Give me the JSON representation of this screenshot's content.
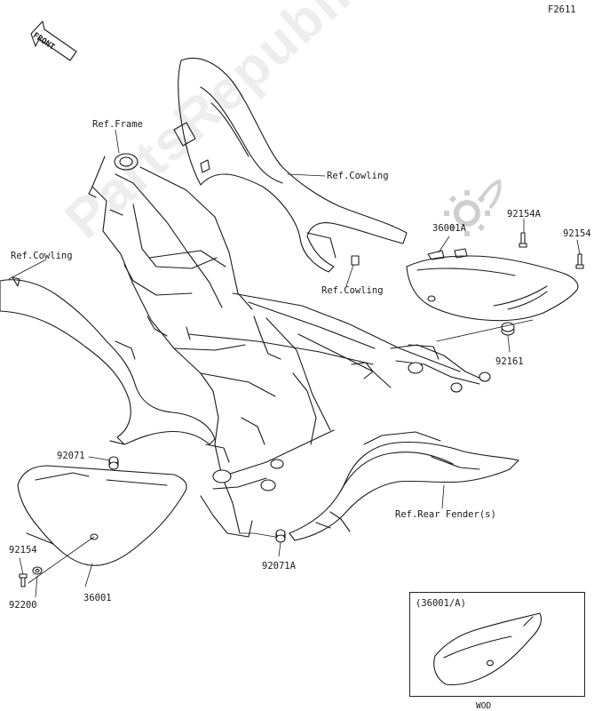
{
  "figure_code": "F2611",
  "front_arrow_text": "FRONT",
  "watermark": "PartsRepublik",
  "labels": {
    "ref_frame": "Ref.Frame",
    "ref_cowling_top": "Ref.Cowling",
    "ref_cowling_left": "Ref.Cowling",
    "ref_cowling_mid": "Ref.Cowling",
    "ref_rear_fender": "Ref.Rear Fender(s)",
    "p36001a": "36001A",
    "p92154a": "92154A",
    "p92154_right": "92154",
    "p92161": "92161",
    "p92071": "92071",
    "p92071a": "92071A",
    "p92154_left": "92154",
    "p92200": "92200",
    "p36001": "36001"
  },
  "inset": {
    "title": "(36001/A)",
    "caption": "WOD"
  },
  "colors": {
    "line": "#1a1a1a",
    "background": "#ffffff",
    "watermark": "#d0d0d0"
  }
}
